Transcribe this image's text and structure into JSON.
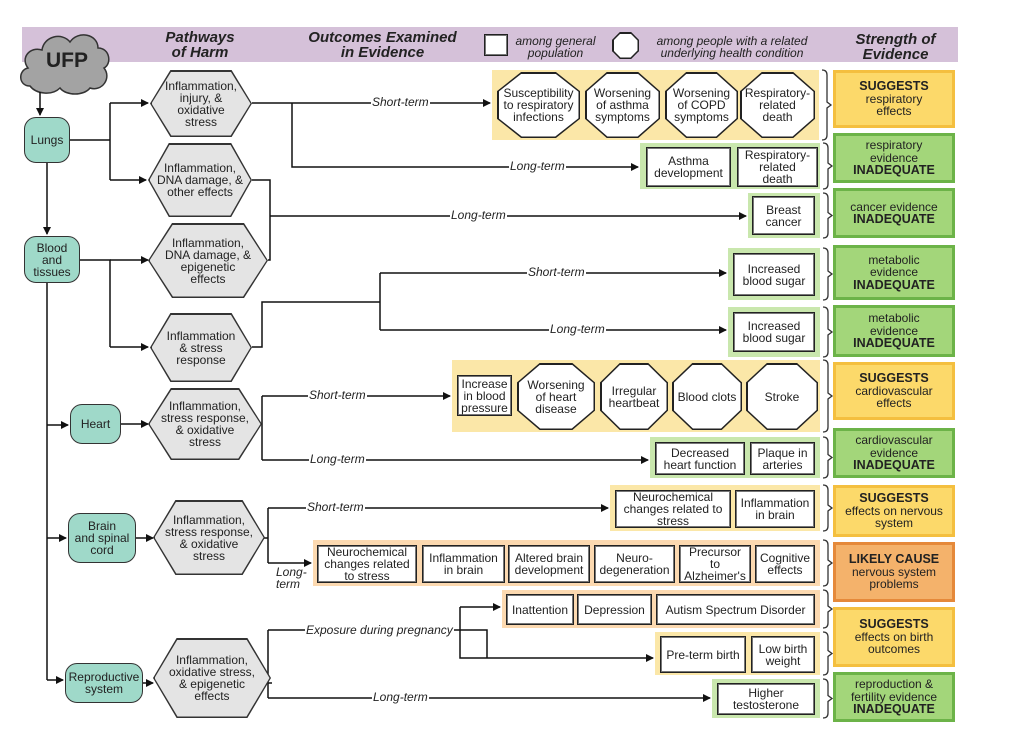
{
  "header": {
    "source": "UFP",
    "pathways_title": "Pathways\nof Harm",
    "outcomes_title": "Outcomes Examined\nin Evidence",
    "legend_general": "among general\npopulation",
    "legend_condition": "among people with a related\nunderlying health condition",
    "strength_title": "Strength of\nEvidence"
  },
  "organs": [
    "Lungs",
    "Blood\nand\ntissues",
    "Heart",
    "Brain\nand spinal\ncord",
    "Reproductive\nsystem"
  ],
  "pathways": [
    "Inflammation,\ninjury, &\noxidative\nstress",
    "Inflammation,\nDNA damage, &\nother effects",
    "Inflammation,\nDNA damage, &\nepigenetic\neffects",
    "Inflammation\n& stress\nresponse",
    "Inflammation,\nstress response,\n& oxidative\nstress",
    "Inflammation,\nstress response,\n& oxidative\nstress",
    "Inflammation,\noxidative stress,\n& epigenetic\neffects"
  ],
  "line_labels": [
    "Short-term",
    "Long-term",
    "Long-term",
    "Short-term",
    "Long-term",
    "Short-term",
    "Long-term",
    "Short-term",
    "Long-\nterm",
    "Exposure during pregnancy",
    "Long-term"
  ],
  "outcomes": [
    {
      "items": [
        "Susceptibility\nto respiratory\ninfections",
        "Worsening\nof asthma\nsymptoms",
        "Worsening\nof COPD\nsymptoms",
        "Respiratory-\nrelated\ndeath"
      ]
    },
    {
      "items": [
        "Asthma\ndevelopment",
        "Respiratory-\nrelated\ndeath"
      ]
    },
    {
      "items": [
        "Breast\ncancer"
      ]
    },
    {
      "items": [
        "Increased\nblood sugar"
      ]
    },
    {
      "items": [
        "Increased\nblood sugar"
      ]
    },
    {
      "items": [
        "Increase\nin blood\npressure",
        "Worsening\nof heart\ndisease",
        "Irregular\nheartbeat",
        "Blood clots",
        "Stroke"
      ]
    },
    {
      "items": [
        "Decreased\nheart function",
        "Plaque in\narteries"
      ]
    },
    {
      "items": [
        "Neurochemical\nchanges related to\nstress",
        "Inflammation\nin brain"
      ]
    },
    {
      "items": [
        "Neurochemical\nchanges related\nto stress",
        "Inflammation\nin brain",
        "Altered brain\ndevelopment",
        "Neuro-\ndegeneration",
        "Precursor\nto\nAlzheimer's",
        "Cognitive\neffects"
      ]
    },
    {
      "items": [
        "Inattention",
        "Depression",
        "Autism Spectrum Disorder"
      ]
    },
    {
      "items": [
        "Pre-term birth",
        "Low birth\nweight"
      ]
    },
    {
      "items": [
        "Higher\ntestosterone"
      ]
    }
  ],
  "strength": [
    {
      "bold": "SUGGESTS",
      "text": "respiratory\neffects",
      "level": "suggests"
    },
    {
      "bold": "INADEQUATE",
      "text": "respiratory\nevidence",
      "level": "inadequate"
    },
    {
      "bold": "INADEQUATE",
      "text": "cancer evidence",
      "level": "inadequate"
    },
    {
      "bold": "INADEQUATE",
      "text": "metabolic\nevidence",
      "level": "inadequate"
    },
    {
      "bold": "INADEQUATE",
      "text": "metabolic\nevidence",
      "level": "inadequate"
    },
    {
      "bold": "SUGGESTS",
      "text": "cardiovascular\neffects",
      "level": "suggests"
    },
    {
      "bold": "INADEQUATE",
      "text": "cardiovascular\nevidence",
      "level": "inadequate"
    },
    {
      "bold": "SUGGESTS",
      "text": "effects on nervous\nsystem",
      "level": "suggests"
    },
    {
      "bold": "LIKELY CAUSE",
      "text": "nervous system\nproblems",
      "level": "likely"
    },
    {
      "bold": "SUGGESTS",
      "text": "effects on birth\noutcomes",
      "level": "suggests"
    },
    {
      "bold": "INADEQUATE",
      "text": "reproduction &\nfertility evidence",
      "level": "inadequate"
    }
  ],
  "colors": {
    "header_band": "#d5c1d9",
    "organ": "#9fd9c9",
    "pathway": "#e4e4e4",
    "cloud": "#a3a3a3",
    "suggests": "#fcd96a",
    "inadequate": "#a3d67a",
    "likely": "#f4b26b",
    "group_suggests": "#fbe7a8",
    "group_inadequate": "#c9e7ad",
    "group_likely": "#fcd9b0"
  }
}
